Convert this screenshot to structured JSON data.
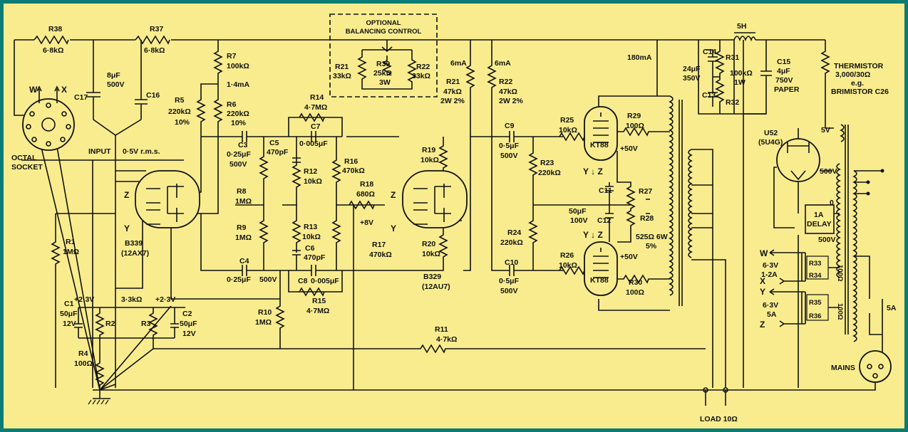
{
  "colors": {
    "background": "#f9ec8e",
    "border": "#0c7c74",
    "ink": "#111111"
  },
  "balancing": {
    "title1": "OPTIONAL",
    "title2": "BALANCING CONTROL"
  },
  "labels": {
    "r38": "R38",
    "r38v": "6·8kΩ",
    "r37": "R37",
    "r37v": "6·8kΩ",
    "r7": "R7",
    "r7v": "100kΩ",
    "ma14": "1·4mA",
    "c17": "C17",
    "c16": "C16",
    "c1617v1": "8μF",
    "c1617v2": "500V",
    "r6": "R6",
    "r6v": "220kΩ",
    "r6t": "10%",
    "r5": "R5",
    "r5v": "220kΩ",
    "r5t": "10%",
    "r21a": "R21",
    "r21av": "33kΩ",
    "r39": "R39",
    "r39v": "25kΩ",
    "r39w": "3W",
    "r22a": "R22",
    "r22av": "33kΩ",
    "r14": "R14",
    "r14v": "4·7MΩ",
    "c7": "C7",
    "r21": "R21",
    "r21v": "47kΩ",
    "r21w": "2W 2%",
    "r21ma": "6mA",
    "r22": "R22",
    "r22v": "47kΩ",
    "r22w": "2W 2%",
    "r22ma": "6mA",
    "ma180": "180mA",
    "choke": "5H",
    "c14": "C14",
    "c1314v1": "24μF",
    "c1314v2": "350V",
    "c13": "C13",
    "r31": "R31",
    "r31v": "100kΩ",
    "r31w": "1W",
    "r32": "R32",
    "c15": "C15",
    "c15v": "4μF",
    "c15vv": "750V",
    "c15t": "PAPER",
    "therm1": "THERMISTOR",
    "therm2": "3,000/30Ω",
    "therm3": "e.g.",
    "therm4": "BRIMISTOR C26",
    "octal1": "OCTAL",
    "octal2": "SOCKET",
    "w": "W",
    "x": "X",
    "input": "INPUT",
    "input_v": "0·5V r.m.s.",
    "c3": "C3",
    "c3v": "0·25μF",
    "c3vv": "500V",
    "c5": "C5",
    "c5v": "470pF",
    "c7v": "0·005μF",
    "r16": "R16",
    "r16v": "470kΩ",
    "r19": "R19",
    "r19v": "10kΩ",
    "r12": "R12",
    "r12v": "10kΩ",
    "r18": "R18",
    "r18v": "680Ω",
    "p8v": "+8V",
    "r8": "R8",
    "r8v": "1MΩ",
    "z1": "Z",
    "y1": "Y",
    "v1": "B339",
    "v1b": "(12AX7)",
    "r9": "R9",
    "r9v": "1MΩ",
    "r13": "R13",
    "r13v": "10kΩ",
    "c6": "C6",
    "c6v": "470pF",
    "r17": "R17",
    "r17v": "470kΩ",
    "r20": "R20",
    "r20v": "10kΩ",
    "z2": "Z",
    "y2": "Y",
    "v2": "B329",
    "v2b": "(12AU7)",
    "c4": "C4",
    "c4v": "0·25μF",
    "c4vv": "500V",
    "c8": "C8",
    "c8v": "0·005μF",
    "r15": "R15",
    "r15v": "4·7MΩ",
    "c9": "C9",
    "c9v": "0·5μF",
    "c9vv": "500V",
    "r23": "R23",
    "r23v": "220kΩ",
    "r24": "R24",
    "r24v": "220kΩ",
    "c10": "C10",
    "c10v": "0·5μF",
    "c10vv": "500V",
    "r25": "R25",
    "r25v": "10kΩ",
    "r26": "R26",
    "r26v": "10kΩ",
    "kt88a": "KT88",
    "kt88b": "KT88",
    "r29": "R29",
    "r29v": "100Ω",
    "p50a": "+50V",
    "yz1": "Y ↓ Z",
    "yz2": "Y ↓ Z",
    "c11": "C11",
    "c12": "C12",
    "c1112v": "50μF",
    "c1112vv": "100V",
    "r27": "R27",
    "r28": "R28",
    "r2728v": "525Ω 6W",
    "r2728t": "5%",
    "p50b": "+50V",
    "r30": "R30",
    "r30v": "100Ω",
    "u52": "U52",
    "u52b": "(5U4G)",
    "v5": "5V",
    "v500a": "500V",
    "v500b": "500V",
    "zero": "0",
    "delay1": "1A",
    "delay2": "DELAY",
    "wz_w": "W",
    "wz_x": "X",
    "wz_y": "Y",
    "wz_z": "Z",
    "h1a": "6·3V",
    "h1b": "1-2A",
    "h2a": "6·3V",
    "h2b": "5A",
    "r33": "R33",
    "r34": "R34",
    "r35": "R35",
    "r36": "R36",
    "r3334v": "100Ω",
    "r3536v": "100Ω",
    "fuse": "5A",
    "mains": "MAINS",
    "r1": "R1",
    "r1v": "1MΩ",
    "c1": "C1",
    "c1v": "50μF",
    "c1vv": "12V",
    "p23a": "+2·3V",
    "r2": "R2",
    "r23k": "3·3kΩ",
    "r3": "R3",
    "p23b": "+2·3V",
    "c2": "C2",
    "c2v": "50μF",
    "c2vv": "12V",
    "r10": "R10",
    "r10v": "1MΩ",
    "r11": "R11",
    "r11v": "4·7kΩ",
    "r4": "R4",
    "r4v": "100Ω",
    "load": "LOAD 10Ω"
  }
}
